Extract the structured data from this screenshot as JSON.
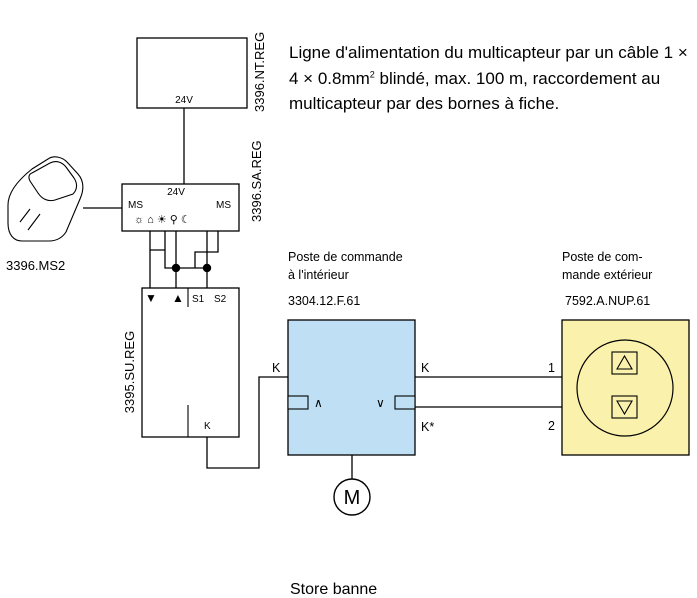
{
  "description": {
    "before": "Ligne d'alimentation du multicapteur par un câble 1 × 4 × 0.8mm",
    "sup": "2",
    "after": " blindé, max. 100 m, raccordement au multicapteur par des bornes à fiche."
  },
  "devices": {
    "nt_reg": {
      "id": "3396.NT.REG",
      "voltage": "24V"
    },
    "sa_reg": {
      "id": "3396.SA.REG",
      "voltage": "24V",
      "ms_left": "MS",
      "ms_right": "MS",
      "symbols": "☼ ⌂ ☀ ⚲ ☾"
    },
    "ms2": {
      "id": "3396.MS2"
    },
    "su_reg": {
      "id": "3395.SU.REG",
      "down": "▼",
      "up": "▲",
      "s1": "S1",
      "s2": "S2",
      "k": "K"
    },
    "indoor": {
      "caption_line1": "Poste de commande",
      "caption_line2": "à l'intérieur",
      "id": "3304.12.F.61",
      "k_left": "K",
      "k_right": "K",
      "k_star": "K*",
      "up": "∧",
      "down": "∨"
    },
    "outdoor": {
      "caption_line1": "Poste de com-",
      "caption_line2": "mande extérieur",
      "id": "7592.A.NUP.61",
      "term1": "1",
      "term2": "2"
    },
    "motor": {
      "label": "M"
    }
  },
  "footer": {
    "label": "Store banne"
  },
  "colors": {
    "indoor_fill": "#bfe0f4",
    "outdoor_fill": "#faf2ac"
  }
}
